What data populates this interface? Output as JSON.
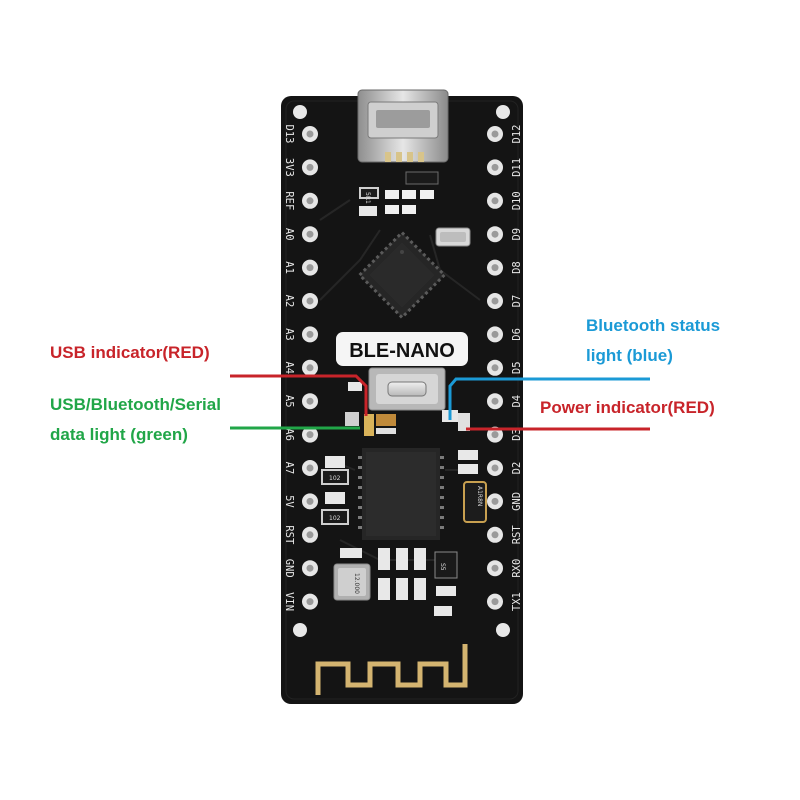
{
  "board": {
    "name": "BLE-NANO",
    "left_pins": [
      "D13",
      "3V3",
      "REF",
      "A0",
      "A1",
      "A2",
      "A3",
      "A4",
      "A5",
      "A6",
      "A7",
      "5V",
      "RST",
      "GND",
      "VIN"
    ],
    "right_pins": [
      "D12",
      "D11",
      "D10",
      "D9",
      "D8",
      "D7",
      "D6",
      "D5",
      "D4",
      "D3",
      "D2",
      "GND",
      "RST",
      "RX0",
      "TX1"
    ],
    "chip_markings": {
      "resistor_top": "5R1",
      "resistor_a": "102",
      "resistor_b": "102",
      "crystal": "12.000",
      "oscillator": "A1R8N",
      "regulator": "S5"
    }
  },
  "callouts": {
    "usb_indicator": {
      "line1": "USB indicator(RED)",
      "color": "#c8242a"
    },
    "data_light": {
      "line1": "USB/Bluetooth/Serial",
      "line2": "data light (green)",
      "color": "#21a648"
    },
    "bt_status": {
      "line1": "Bluetooth status",
      "line2": "light (blue)",
      "color": "#1b9ad6"
    },
    "power_indicator": {
      "line1": "Power indicator(RED)",
      "color": "#c8242a"
    }
  }
}
